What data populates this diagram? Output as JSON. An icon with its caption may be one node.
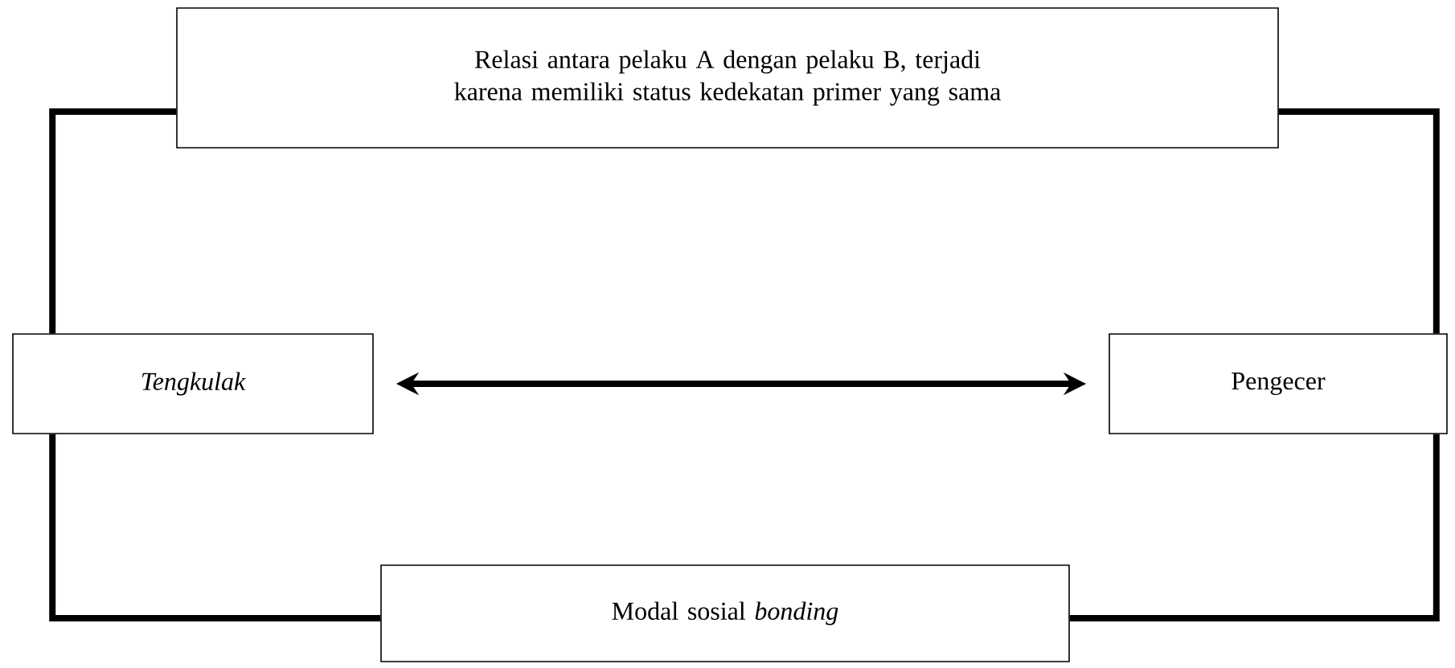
{
  "diagram": {
    "nodes": [
      {
        "text": [
          "Relasi antara pelaku A dengan pelaku B, terjadi karena memiliki status kedekatan primer yang sama"
        ]
      },
      {
        "text": [
          "Tengkulak"
        ]
      },
      {
        "text": [
          "Pengecer"
        ]
      },
      {
        "text": [
          "Modal sosial *bonding*"
        ]
      }
    ],
    "edges": [
      {
        "from": 0,
        "to": 1,
        "arrow": "none"
      },
      {
        "from": 0,
        "to": 2,
        "arrow": "none"
      },
      {
        "from": 1,
        "to": 3,
        "arrow": "none"
      },
      {
        "from": 2,
        "to": 3,
        "arrow": "none"
      },
      {
        "from": 1,
        "to": 2,
        "arrow": "both"
      }
    ]
  }
}
